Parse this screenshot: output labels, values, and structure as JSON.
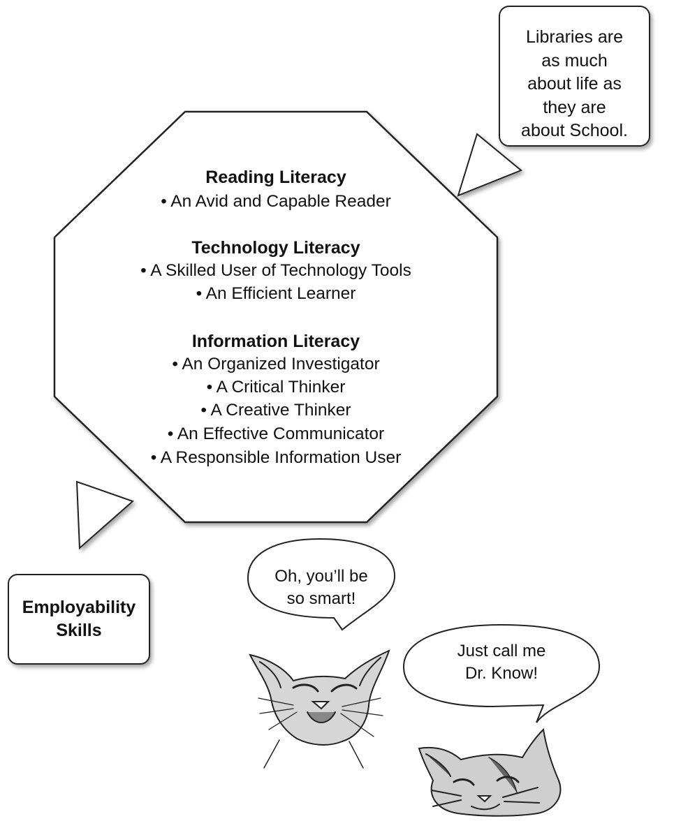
{
  "octagon": {
    "sections": [
      {
        "heading": "Reading Literacy",
        "items": [
          "An Avid and Capable Reader"
        ]
      },
      {
        "heading": "Technology Literacy",
        "items": [
          "A Skilled User of Technology Tools",
          "An Efficient Learner"
        ]
      },
      {
        "heading": "Information Literacy",
        "items": [
          "An Organized Investigator",
          "A Critical Thinker",
          "A Creative Thinker",
          "An Effective Communicator",
          "A Responsible Information User"
        ]
      }
    ],
    "bullet": "•"
  },
  "callout_libraries": {
    "lines": [
      "Libraries are",
      "as much",
      "about life as",
      "they are",
      "about School."
    ]
  },
  "callout_employability": {
    "lines": [
      "Employability",
      "Skills"
    ]
  },
  "cat_left": {
    "speech": [
      "Oh, you’ll be",
      "so smart!"
    ]
  },
  "cat_right": {
    "speech": [
      "Just call me",
      "Dr. Know!"
    ]
  }
}
